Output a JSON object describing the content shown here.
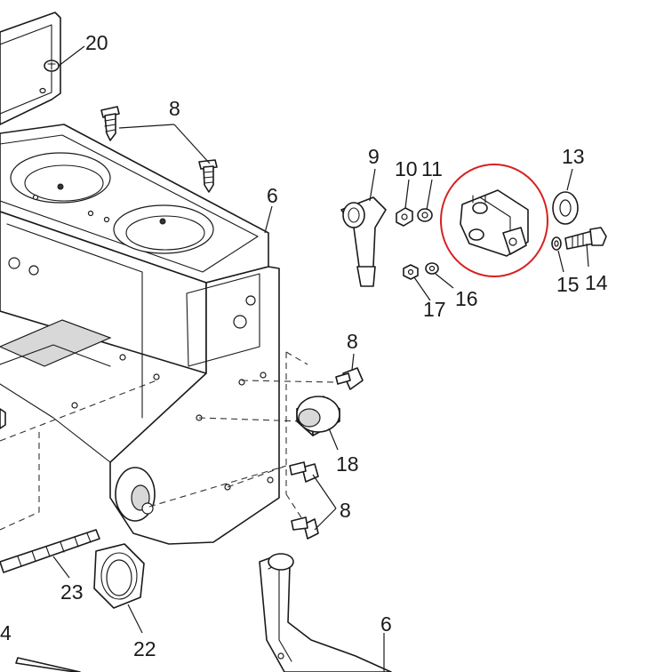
{
  "callouts": {
    "c20": "20",
    "c8_top": "8",
    "c9": "9",
    "c10": "10",
    "c11": "11",
    "c13": "13",
    "c6_top": "6",
    "c14": "14",
    "c15": "15",
    "c16": "16",
    "c17": "17",
    "c8_mid": "8",
    "c18": "18",
    "c8_low": "8",
    "c23": "23",
    "c22": "22",
    "c4": "4",
    "c6_bottom": "6"
  },
  "highlight": {
    "color": "#d62020"
  },
  "colors": {
    "line": "#1a1a1a",
    "background": "#ffffff"
  }
}
